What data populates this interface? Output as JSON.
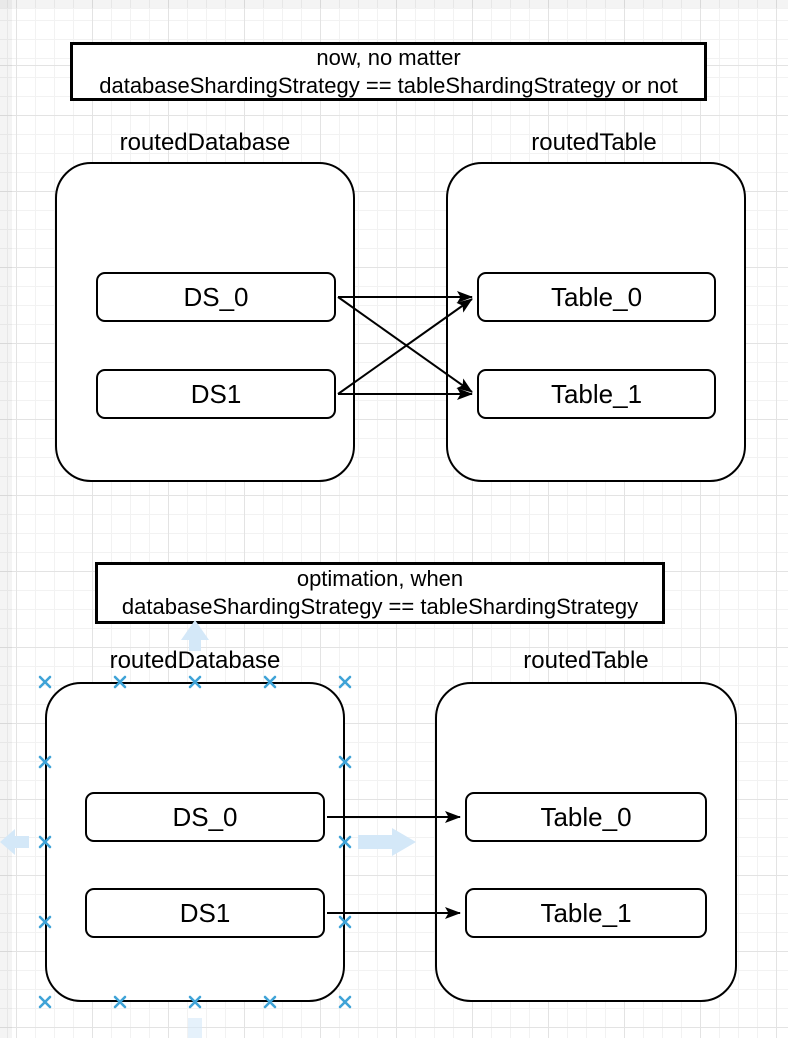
{
  "titles": {
    "top": {
      "line1": "now, no matter",
      "line2": "databaseShardingStrategy == tableShardingStrategy or not"
    },
    "bottom": {
      "line1": "optimation, when",
      "line2": "databaseShardingStrategy == tableShardingStrategy"
    }
  },
  "top": {
    "database_group": {
      "label": "routedDatabase",
      "nodes": [
        {
          "label": "DS_0"
        },
        {
          "label": "DS1"
        }
      ]
    },
    "table_group": {
      "label": "routedTable",
      "nodes": [
        {
          "label": "Table_0"
        },
        {
          "label": "Table_1"
        }
      ]
    },
    "connections": [
      {
        "from": "DS_0",
        "to": "Table_0"
      },
      {
        "from": "DS_0",
        "to": "Table_1"
      },
      {
        "from": "DS1",
        "to": "Table_0"
      },
      {
        "from": "DS1",
        "to": "Table_1"
      }
    ]
  },
  "bottom": {
    "database_group": {
      "label": "routedDatabase",
      "nodes": [
        {
          "label": "DS_0"
        },
        {
          "label": "DS1"
        }
      ]
    },
    "table_group": {
      "label": "routedTable",
      "nodes": [
        {
          "label": "Table_0"
        },
        {
          "label": "Table_1"
        }
      ]
    },
    "connections": [
      {
        "from": "DS_0",
        "to": "Table_0"
      },
      {
        "from": "DS1",
        "to": "Table_1"
      }
    ],
    "selection": {
      "connection_points_visible": true,
      "direction_hints": [
        "up",
        "right",
        "down",
        "left"
      ]
    }
  },
  "colors": {
    "stroke": "#000000",
    "connection_point_blue": "#3fa3d7",
    "direction_hint_blue": "#d4e8f8",
    "background": "#ffffff"
  }
}
